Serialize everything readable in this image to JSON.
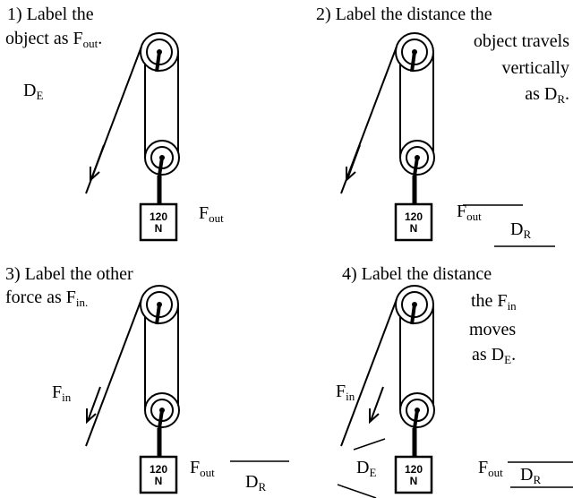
{
  "panels": [
    {
      "id": 1,
      "instruction": [
        {
          "main": "1) Label the",
          "sub": "",
          "tail": ""
        },
        {
          "main": "object as F",
          "sub": "out",
          "tail": "."
        }
      ],
      "labels": {
        "de": {
          "main": "D",
          "sub": "E"
        },
        "fout": {
          "main": "F",
          "sub": "out"
        }
      },
      "weight": {
        "value": "120",
        "unit": "N"
      }
    },
    {
      "id": 2,
      "instruction": [
        {
          "main": "2) Label the distance the",
          "sub": "",
          "tail": ""
        },
        {
          "main": "object travels",
          "sub": "",
          "tail": ""
        },
        {
          "main": "vertically",
          "sub": "",
          "tail": ""
        },
        {
          "main": "as D",
          "sub": "R",
          "tail": "."
        }
      ],
      "labels": {
        "fout": {
          "main": "F",
          "sub": "out"
        },
        "dr": {
          "main": "D",
          "sub": "R"
        }
      },
      "weight": {
        "value": "120",
        "unit": "N"
      }
    },
    {
      "id": 3,
      "instruction": [
        {
          "main": "3) Label the other",
          "sub": "",
          "tail": ""
        },
        {
          "main": "force as F",
          "sub": "in.",
          "tail": ""
        }
      ],
      "labels": {
        "fin": {
          "main": "F",
          "sub": "in"
        },
        "fout": {
          "main": "F",
          "sub": "out"
        },
        "dr": {
          "main": "D",
          "sub": "R"
        }
      },
      "weight": {
        "value": "120",
        "unit": "N"
      }
    },
    {
      "id": 4,
      "instruction": [
        {
          "main": "4) Label the distance",
          "sub": "",
          "tail": ""
        },
        {
          "main": "the F",
          "sub": "in",
          "tail": ""
        },
        {
          "main": "moves",
          "sub": "",
          "tail": ""
        },
        {
          "main": "as D",
          "sub": "E",
          "tail": "."
        }
      ],
      "labels": {
        "fin": {
          "main": "F",
          "sub": "in"
        },
        "de": {
          "main": "D",
          "sub": "E"
        },
        "fout": {
          "main": "F",
          "sub": "out"
        },
        "dr": {
          "main": "D",
          "sub": "R"
        }
      },
      "weight": {
        "value": "120",
        "unit": "N"
      }
    }
  ]
}
